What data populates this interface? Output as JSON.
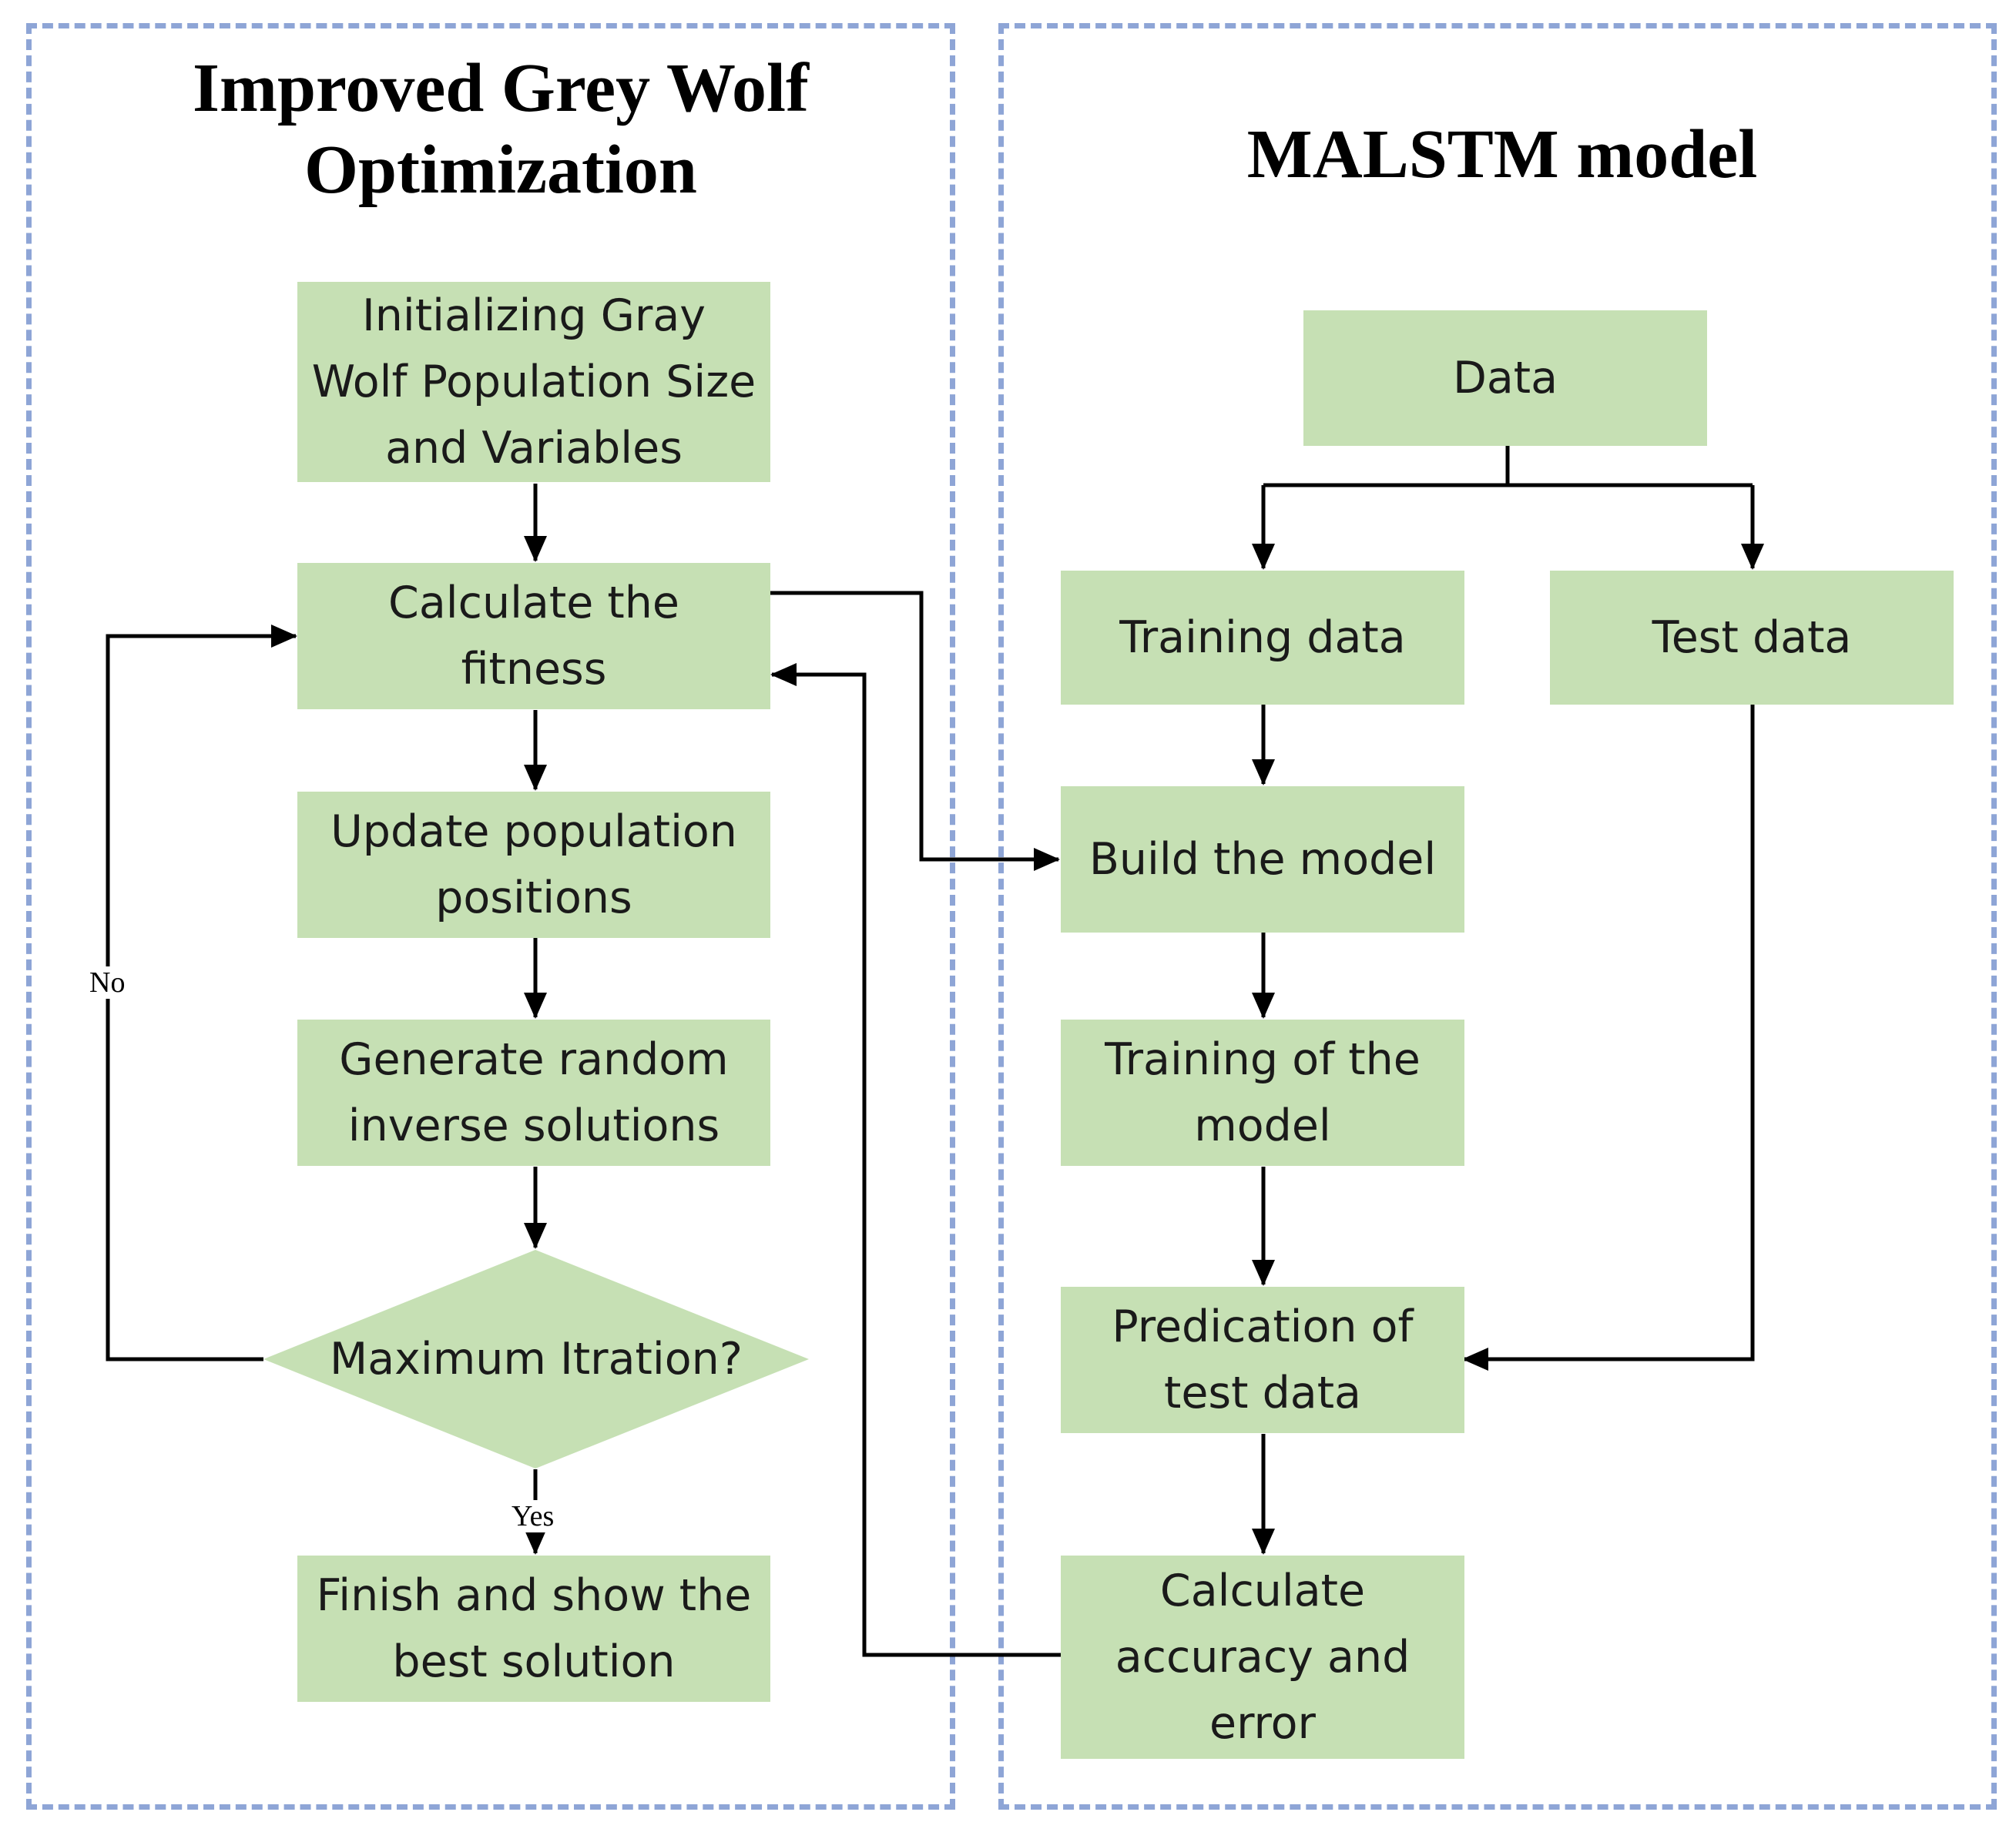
{
  "colors": {
    "box_fill": "#c6e0b4",
    "panel_border": "#8ea5d6",
    "arrow": "#000000"
  },
  "left_panel": {
    "title": "Improved Grey Wolf Optimization",
    "steps": {
      "init": "Initializing Gray Wolf Population Size and Variables",
      "fitness": "Calculate the fitness",
      "update": "Update population positions",
      "generate": "Generate random inverse solutions",
      "decision": "Maximum Itration?",
      "finish": "Finish and show the best solution"
    },
    "labels": {
      "no": "No",
      "yes": "Yes"
    }
  },
  "right_panel": {
    "title": "MALSTM model",
    "steps": {
      "data": "Data",
      "training_data": "Training data",
      "test_data": "Test data",
      "build": "Build the model",
      "training": "Training of the model",
      "prediction": "Predication of test data",
      "accuracy": "Calculate accuracy and error"
    }
  }
}
